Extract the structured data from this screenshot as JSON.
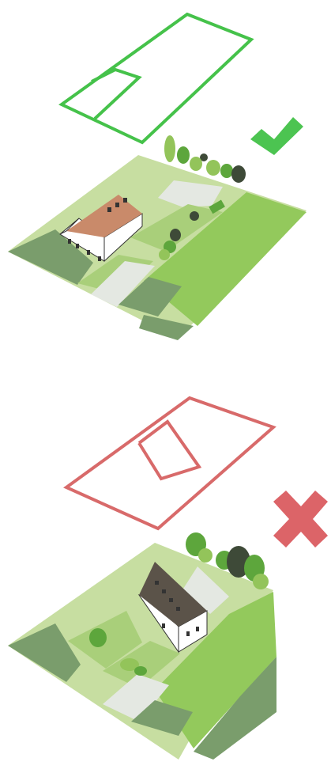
{
  "colors": {
    "background": "#ffffff",
    "good_outline": "#45c24a",
    "bad_outline": "#d86a6a",
    "check_mark": "#4cc451",
    "cross_mark": "#dc6468",
    "lawn_light": "#c7dea1",
    "lawn_mid": "#a9cf7a",
    "lawn_bright": "#93c95c",
    "strip_dark": "#7a9d6c",
    "path_grey": "#e4e8e2",
    "roof_good": "#c98a6a",
    "roof_bad": "#5b5349",
    "house_wall": "#ffffff",
    "tree_dark": "#3e4a38",
    "tree_green": "#5da63c",
    "tree_light": "#93c45a"
  },
  "panels": [
    {
      "id": "good",
      "verdict": "correct",
      "icon": "checkmark-icon",
      "roof_plan_icon": "roof-plan-outline-icon",
      "site_icon": "house-plot-illustration-icon"
    },
    {
      "id": "bad",
      "verdict": "incorrect",
      "icon": "cross-icon",
      "roof_plan_icon": "roof-plan-outline-icon",
      "site_icon": "house-plot-illustration-icon"
    }
  ]
}
